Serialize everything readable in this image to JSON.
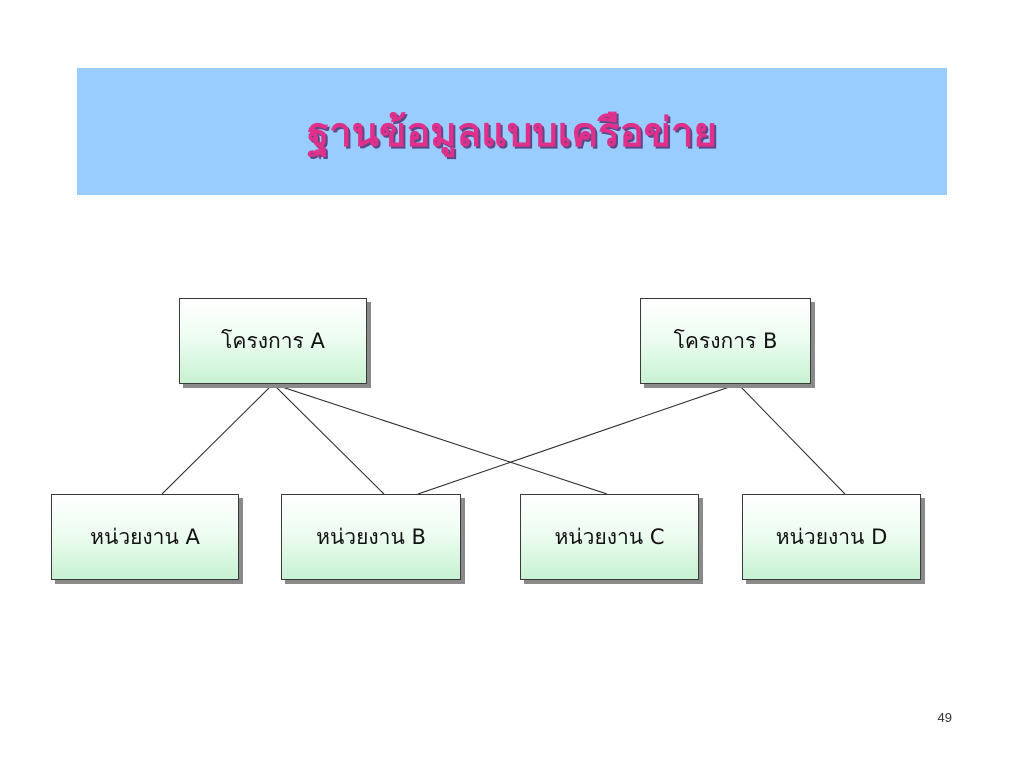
{
  "slide": {
    "title": "ฐานข้อมูลแบบเครือข่าย",
    "page_number": "49"
  },
  "diagram": {
    "nodes": {
      "project_a": "โครงการ A",
      "project_b": "โครงการ B",
      "unit_a": "หน่วยงาน A",
      "unit_b": "หน่วยงาน B",
      "unit_c": "หน่วยงาน C",
      "unit_d": "หน่วยงาน D"
    },
    "edges": [
      {
        "from": "project_a",
        "to": "unit_a"
      },
      {
        "from": "project_a",
        "to": "unit_b"
      },
      {
        "from": "project_a",
        "to": "unit_c"
      },
      {
        "from": "project_b",
        "to": "unit_b"
      },
      {
        "from": "project_b",
        "to": "unit_d"
      }
    ]
  },
  "colors": {
    "title_banner": "#99ccff",
    "title_text": "#e0308a",
    "node_fill": "#c8f2d2",
    "connector": "#222222"
  }
}
